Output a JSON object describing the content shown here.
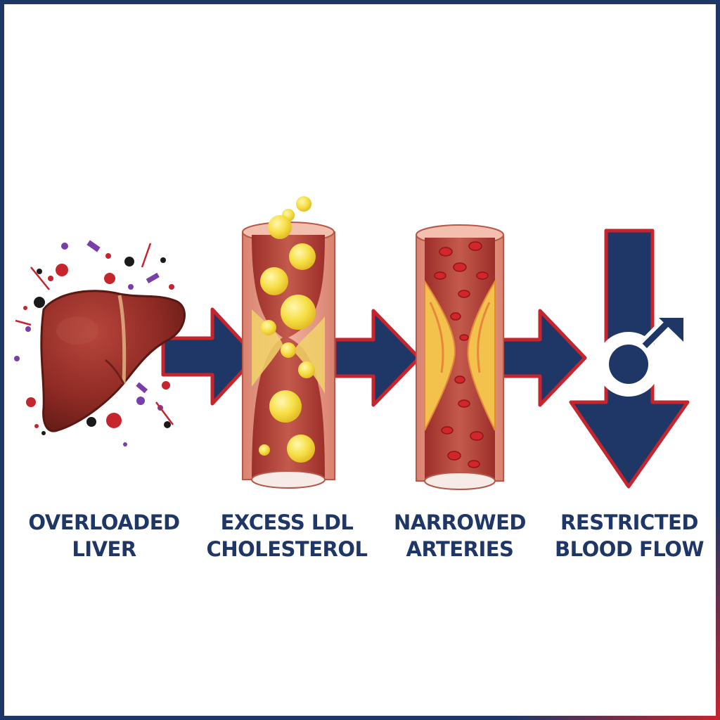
{
  "steps": [
    {
      "line1": "OVERLOADED",
      "line2": "LIVER"
    },
    {
      "line1": "EXCESS LDL",
      "line2": "CHOLESTEROL"
    },
    {
      "line1": "NARROWED",
      "line2": "ARTERIES"
    },
    {
      "line1": "RESTRICTED",
      "line2": "BLOOD FLOW"
    }
  ],
  "icons": [
    "liver-icon",
    "ldl-artery-icon",
    "narrowed-artery-icon",
    "down-arrow-male-symbol-icon",
    "flow-arrow-icon"
  ],
  "colors": {
    "navy": "#1e3766",
    "red": "#c6252e",
    "liver": "#8e2a24",
    "artery_wall": "#e79c8c",
    "artery_inner": "#b2403a",
    "cholesterol": "#f5e04a"
  }
}
